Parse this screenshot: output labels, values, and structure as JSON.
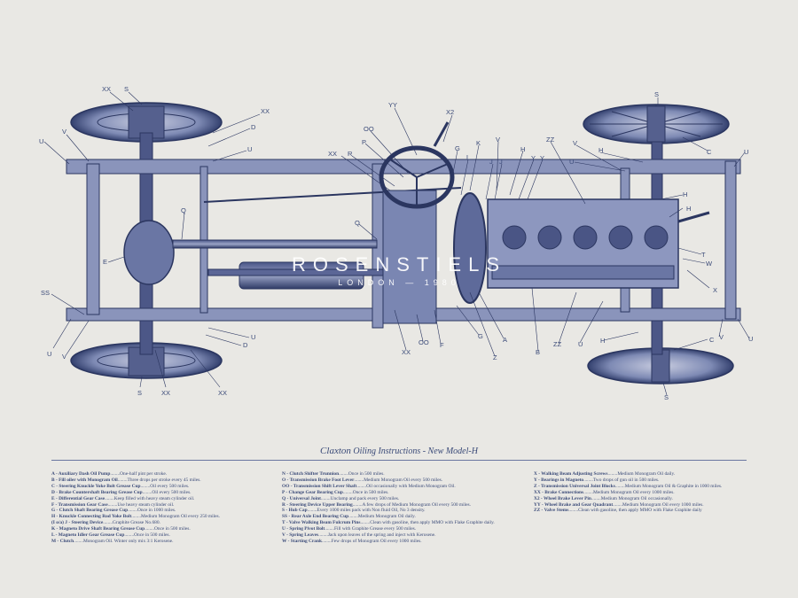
{
  "watermark": {
    "brand": "ROSENSTIELS",
    "sub": "LONDON — 1980"
  },
  "title": {
    "brand": "Claxton",
    "text": "Oiling Instructions - New Model-H"
  },
  "diagram_labels": {
    "xx1": "XX",
    "s1": "S",
    "xx2": "XX",
    "d1": "D",
    "u1": "U",
    "v1": "V",
    "u2": "U",
    "q1": "Q",
    "e1": "E",
    "ss": "SS",
    "u3": "U",
    "v2": "V",
    "s2": "S",
    "xx3": "XX",
    "u4": "U",
    "d2": "D",
    "xx4": "XX",
    "r": "R",
    "p": "P",
    "yy": "YY",
    "oo1": "OO",
    "x2": "X2",
    "g1": "G",
    "k": "K",
    "l": "L",
    "j1": "J",
    "j2": "J",
    "v3": "V",
    "h1": "H",
    "y1": "Y",
    "y2": "Y",
    "zz1": "ZZ",
    "s3": "S",
    "v4": "V",
    "u5": "U",
    "h2": "H",
    "c1": "C",
    "u6": "U",
    "h3": "H",
    "h4": "H",
    "q2": "Q",
    "t": "T",
    "w": "W",
    "x1": "X",
    "xx5": "XX",
    "oo2": "OO",
    "f": "F",
    "g2": "G",
    "a": "A",
    "z": "Z",
    "b": "B",
    "zz2": "ZZ",
    "u7": "U",
    "h5": "H",
    "c2": "C",
    "v5": "V",
    "u8": "U",
    "s4": "S"
  },
  "legend": {
    "col1": [
      {
        "k": "A",
        "n": "Auxiliary Dash Oil Pump",
        "v": "One-half pint per stroke."
      },
      {
        "k": "B",
        "n": "Fill oiler with Monogram Oil",
        "v": "Three drops per stroke every 45 miles."
      },
      {
        "k": "C",
        "n": "Steering Knuckle Yoke Bolt Grease Cup",
        "v": "Oil every 500 miles."
      },
      {
        "k": "D",
        "n": "Brake Countershaft Bearing Grease Cup",
        "v": "Oil every 500 miles."
      },
      {
        "k": "E",
        "n": "Differential Gear Case",
        "v": "Keep filled with heavy steam cylinder oil."
      },
      {
        "k": "F",
        "n": "Transmission Gear Case",
        "v": "Use heavy steam cylinder oil."
      },
      {
        "k": "G",
        "n": "Clutch Shaft Bearing Grease Cup",
        "v": "Once in 1000 miles."
      },
      {
        "k": "H",
        "n": "Knuckle Connecting Rod Yoke Bolt",
        "v": "Medium Monogram Oil every 250 miles."
      },
      {
        "k": "(I o/a) J",
        "n": "Steering Device",
        "v": "Graphite Grease No.680."
      },
      {
        "k": "K",
        "n": "Magneto Drive Shaft Bearing Grease Cup",
        "v": "Once in 500 miles."
      },
      {
        "k": "L",
        "n": "Magneto Idler Gear Grease Cup",
        "v": "Once in 500 miles."
      },
      {
        "k": "M",
        "n": "Clutch",
        "v": "Monogram Oil. Winter only mix 3:1 Kerosene."
      }
    ],
    "col2": [
      {
        "k": "N",
        "n": "Clutch Shifter Trunnion",
        "v": "Once in 500 miles."
      },
      {
        "k": "O",
        "n": "Transmission Brake Foot Lever",
        "v": "Medium Monogram Oil every 500 miles."
      },
      {
        "k": "OO",
        "n": "Transmission Shift Lever Shaft",
        "v": "Oil occasionally with Medium Monogram Oil."
      },
      {
        "k": "P",
        "n": "Change Gear Bearing Cup",
        "v": "Once in 500 miles."
      },
      {
        "k": "Q",
        "n": "Universal Joint",
        "v": "Unclamp and pack every 500 miles."
      },
      {
        "k": "R",
        "n": "Steering Device Upper Bearing",
        "v": "A few drops of Medium Monogram Oil every 500 miles."
      },
      {
        "k": "S",
        "n": "Hub Cap",
        "v": "Every 1000 miles pack with Non fluid Oil, No 3 density."
      },
      {
        "k": "SS",
        "n": "Rear Axle End Bearing Cup",
        "v": "Medium Monogram Oil daily."
      },
      {
        "k": "T",
        "n": "Valve Walking Beam Fulcrum Pins",
        "v": "Clean with gasoline, then apply MMO with Flake Graphite daily."
      },
      {
        "k": "U",
        "n": "Spring Pivot Bolt",
        "v": "Fill with Graphite Grease every 500 miles."
      },
      {
        "k": "V",
        "n": "Spring Leaves",
        "v": "Jack upon leaves of the spring and inject with Kerosene."
      },
      {
        "k": "W",
        "n": "Starting Crank",
        "v": "Few drops of Monogram Oil every 1000 miles."
      }
    ],
    "col3": [
      {
        "k": "X",
        "n": "Walking Beam Adjusting Screws",
        "v": "Medium Monogram Oil daily."
      },
      {
        "k": "Y",
        "n": "Bearings in Magneto",
        "v": "Two drops of gun oil in 500 miles."
      },
      {
        "k": "Z",
        "n": "Transmission Universal Joint Blocks",
        "v": "Medium Monogram Oil & Graphite in 1000 miles."
      },
      {
        "k": "XX",
        "n": "Brake Connections",
        "v": "Medium Monogram Oil every 1000 miles."
      },
      {
        "k": "X2",
        "n": "Wheel Brake Lever Pin",
        "v": "Medium Monogram Oil occasionally."
      },
      {
        "k": "YY",
        "n": "Wheel Brake and Gear Quadrant",
        "v": "Medium Monogram Oil every 1000 miles."
      },
      {
        "k": "ZZ",
        "n": "Valve Stems",
        "v": "Clean with gasoline, then apply MMO with Flake Graphite daily"
      }
    ]
  }
}
